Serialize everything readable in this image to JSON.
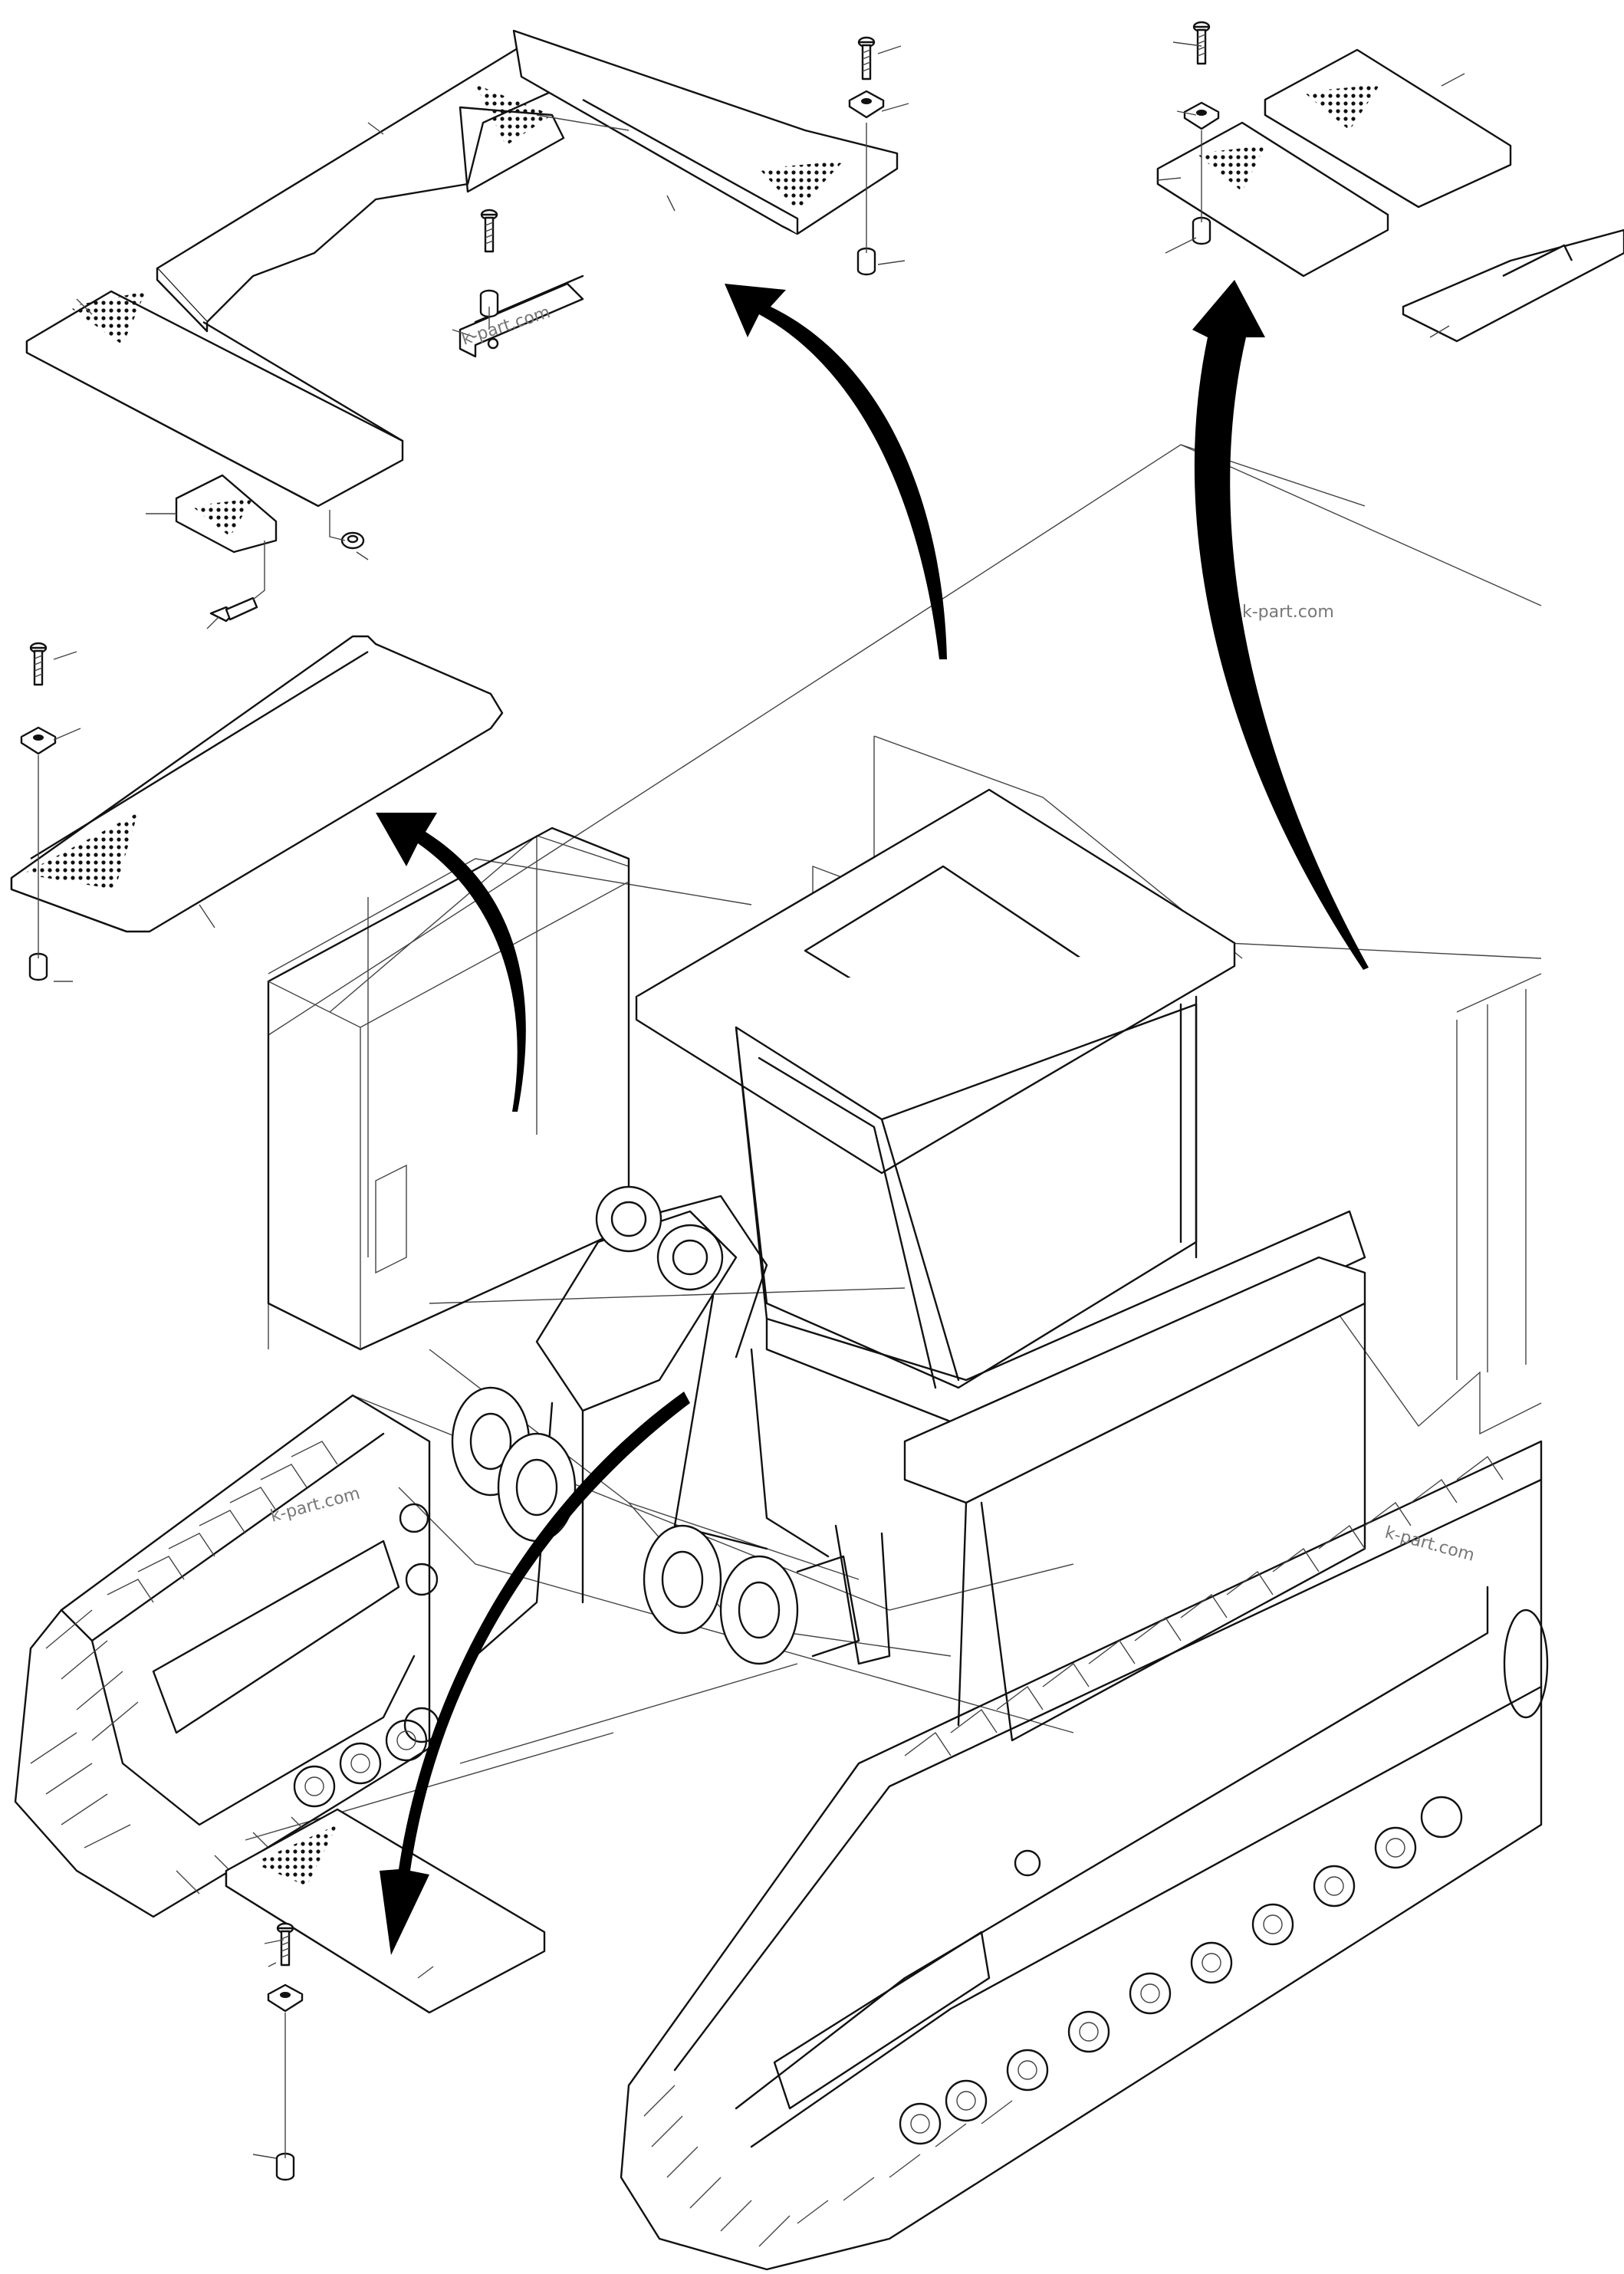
{
  "watermarks": [
    "k-part.com",
    "k-part.com",
    "k-part.com",
    "k-part.com"
  ],
  "colors": {
    "line": "#111111",
    "background": "#ffffff",
    "arrow": "#000000",
    "watermark": "#777777"
  },
  "panels": [
    {
      "name": "walkway-cover-left-long",
      "perforated": true
    },
    {
      "name": "walkway-cover-top-center",
      "perforated": true
    },
    {
      "name": "walkway-cover-top-right",
      "perforated": true
    },
    {
      "name": "walkway-cover-front-left",
      "perforated": true
    },
    {
      "name": "walkway-cover-bottom",
      "perforated": true
    }
  ],
  "fasteners": [
    "bolt",
    "square-washer",
    "spacer",
    "nut"
  ],
  "arrows": [
    "arrow-to-left-panel",
    "arrow-to-top-panels",
    "arrow-to-right-panels",
    "arrow-to-bottom-panel"
  ]
}
